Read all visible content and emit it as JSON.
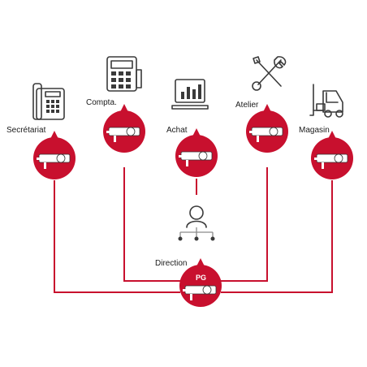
{
  "colors": {
    "accent": "#c8102e",
    "icon": "#3a3a3a",
    "wire": "#c8102e"
  },
  "nodes": {
    "secretariat": {
      "label": "Secrétariat",
      "icon": "desk-phone-icon"
    },
    "compta": {
      "label": "Compta.",
      "icon": "calculator-icon"
    },
    "achat": {
      "label": "Achat",
      "icon": "laptop-chart-icon"
    },
    "atelier": {
      "label": "Atelier",
      "icon": "tools-icon"
    },
    "magasin": {
      "label": "Magasin",
      "icon": "forklift-icon"
    },
    "direction": {
      "label": "Direction",
      "icon": "manager-org-icon"
    }
  },
  "master": {
    "label": "PG",
    "icon": "master-lock-cylinder-icon"
  }
}
